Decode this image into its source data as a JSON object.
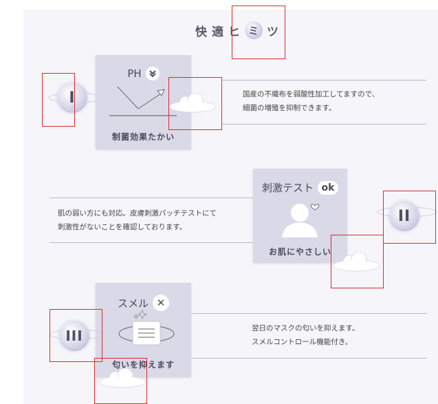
{
  "title": {
    "chars": [
      "快",
      "適",
      "ヒ",
      "ミ",
      "ツ"
    ]
  },
  "sections": [
    {
      "numeral": "I",
      "card_head": "PH",
      "card_head_icon": "chevron-double-down-icon",
      "card_label": "制菌効果たかい",
      "desc_lines": [
        "国産の不織布を弱酸性加工してますので、",
        "細菌の増殖を抑制できます。"
      ]
    },
    {
      "numeral": "II",
      "card_head": "刺激テスト",
      "card_head_badge": "ok",
      "card_label": "お肌にやさしい",
      "desc_lines": [
        "肌の弱い方にも対応。皮膚刺激パッチテストにて",
        "刺激性がないことを確認しております。"
      ]
    },
    {
      "numeral": "III",
      "card_head": "スメル",
      "card_head_badge": "✕",
      "card_label": "匂いを抑えます",
      "desc_lines": [
        "翌日のマスクの匂いを抑えます。",
        "スメルコントロール機能付き。"
      ]
    }
  ],
  "colors": {
    "accent_red": "#e02828",
    "card_bg": "#d9d9e8",
    "panel_bg": "#f6f6fa"
  }
}
